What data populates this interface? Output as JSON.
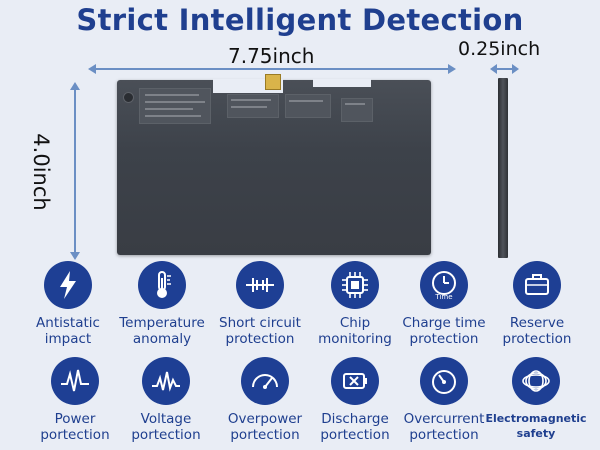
{
  "title": "Strict Intelligent Detection",
  "dimensions": {
    "width": "7.75inch",
    "thickness": "0.25inch",
    "height": "4.0inch"
  },
  "colors": {
    "accent": "#1e3f94",
    "title": "#1f3f8f",
    "background": "#e9edf5",
    "battery": "#3d424a"
  },
  "features": [
    {
      "icon": "lightning-bolt-icon",
      "label": "Antistatic\nimpact"
    },
    {
      "icon": "thermometer-icon",
      "label": "Temperature\nanomaly"
    },
    {
      "icon": "short-circuit-icon",
      "label": "Short circuit\nprotection"
    },
    {
      "icon": "chip-icon",
      "label": "Chip\nmonitoring"
    },
    {
      "icon": "clock-icon",
      "icon_text": "Time",
      "label": "Charge time\nprotection"
    },
    {
      "icon": "briefcase-icon",
      "label": "Reserve\nprotection"
    },
    {
      "icon": "waveform-icon",
      "label": "Power\nportection"
    },
    {
      "icon": "voltage-wave-icon",
      "label": "Voltage\nportection"
    },
    {
      "icon": "gauge-icon",
      "label": "Overpower\nportection"
    },
    {
      "icon": "battery-x-icon",
      "label": "Discharge\nportection"
    },
    {
      "icon": "overcurrent-gauge-icon",
      "label": "Overcurrent\nportection"
    },
    {
      "icon": "coil-icon",
      "label": "Electromagnetic\nsafety"
    }
  ]
}
